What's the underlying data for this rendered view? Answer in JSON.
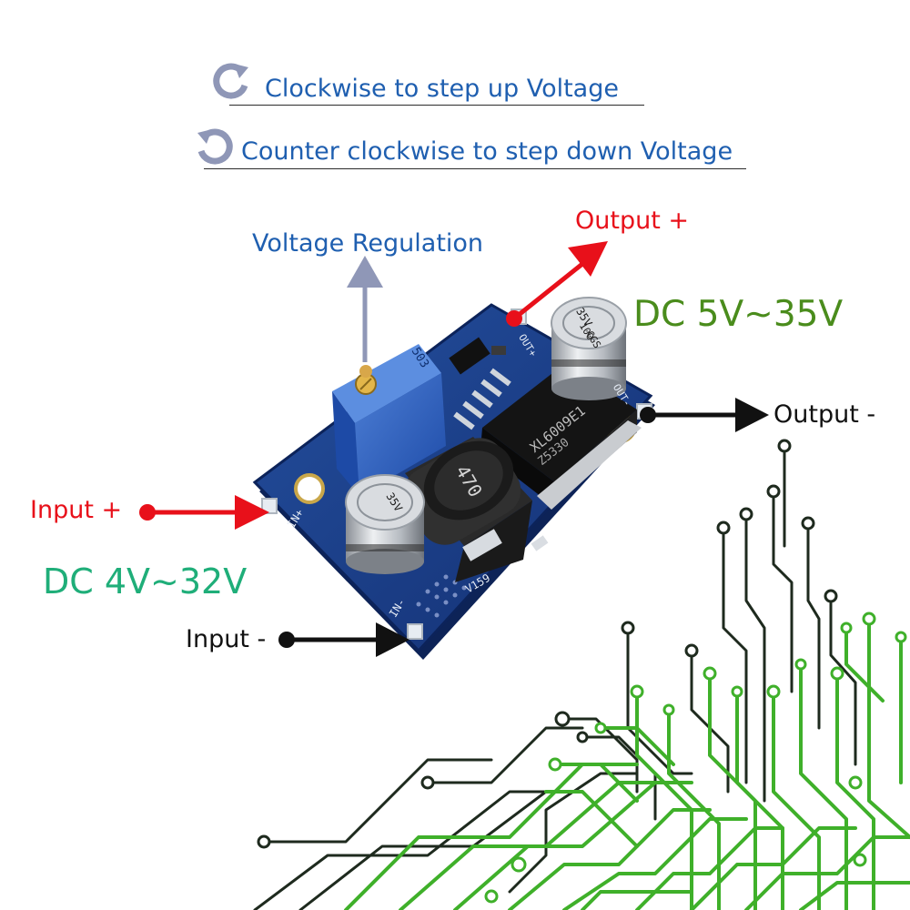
{
  "instructions": {
    "clockwise_text": "Clockwise to step up Voltage",
    "counter_clockwise_text": "Counter clockwise to step down Voltage",
    "clockwise_icon": "rotate-clockwise-icon",
    "counter_clockwise_icon": "rotate-counter-clockwise-icon"
  },
  "labels": {
    "voltage_regulation": "Voltage Regulation",
    "output_positive": "Output +",
    "output_negative": "Output -",
    "input_positive": "Input +",
    "input_negative": "Input -",
    "output_range": "DC 5V~35V",
    "input_range": "DC 4V~32V"
  },
  "board": {
    "inductor_marking": "470",
    "ic_marking": "XL6009E1",
    "ic_code": "Z5330",
    "capacitor_marking_1": "35V",
    "capacitor_marking_2": "100",
    "capacitor_marking_3": "CGS",
    "board_code": "V159",
    "pad_in_plus": "IN+",
    "pad_in_minus": "IN-",
    "pad_out_plus": "OUT+",
    "pad_out_minus": "OUT-",
    "pot_marking": "503"
  },
  "colors": {
    "hint_blue": "#1f5fb0",
    "arrow_red": "#e8101a",
    "arrow_black": "#111111",
    "output_range_green": "#4a8c1c",
    "input_range_teal": "#1fae79",
    "pcb_blue": "#1a3f8f",
    "circuit_green": "#3fb02a"
  }
}
